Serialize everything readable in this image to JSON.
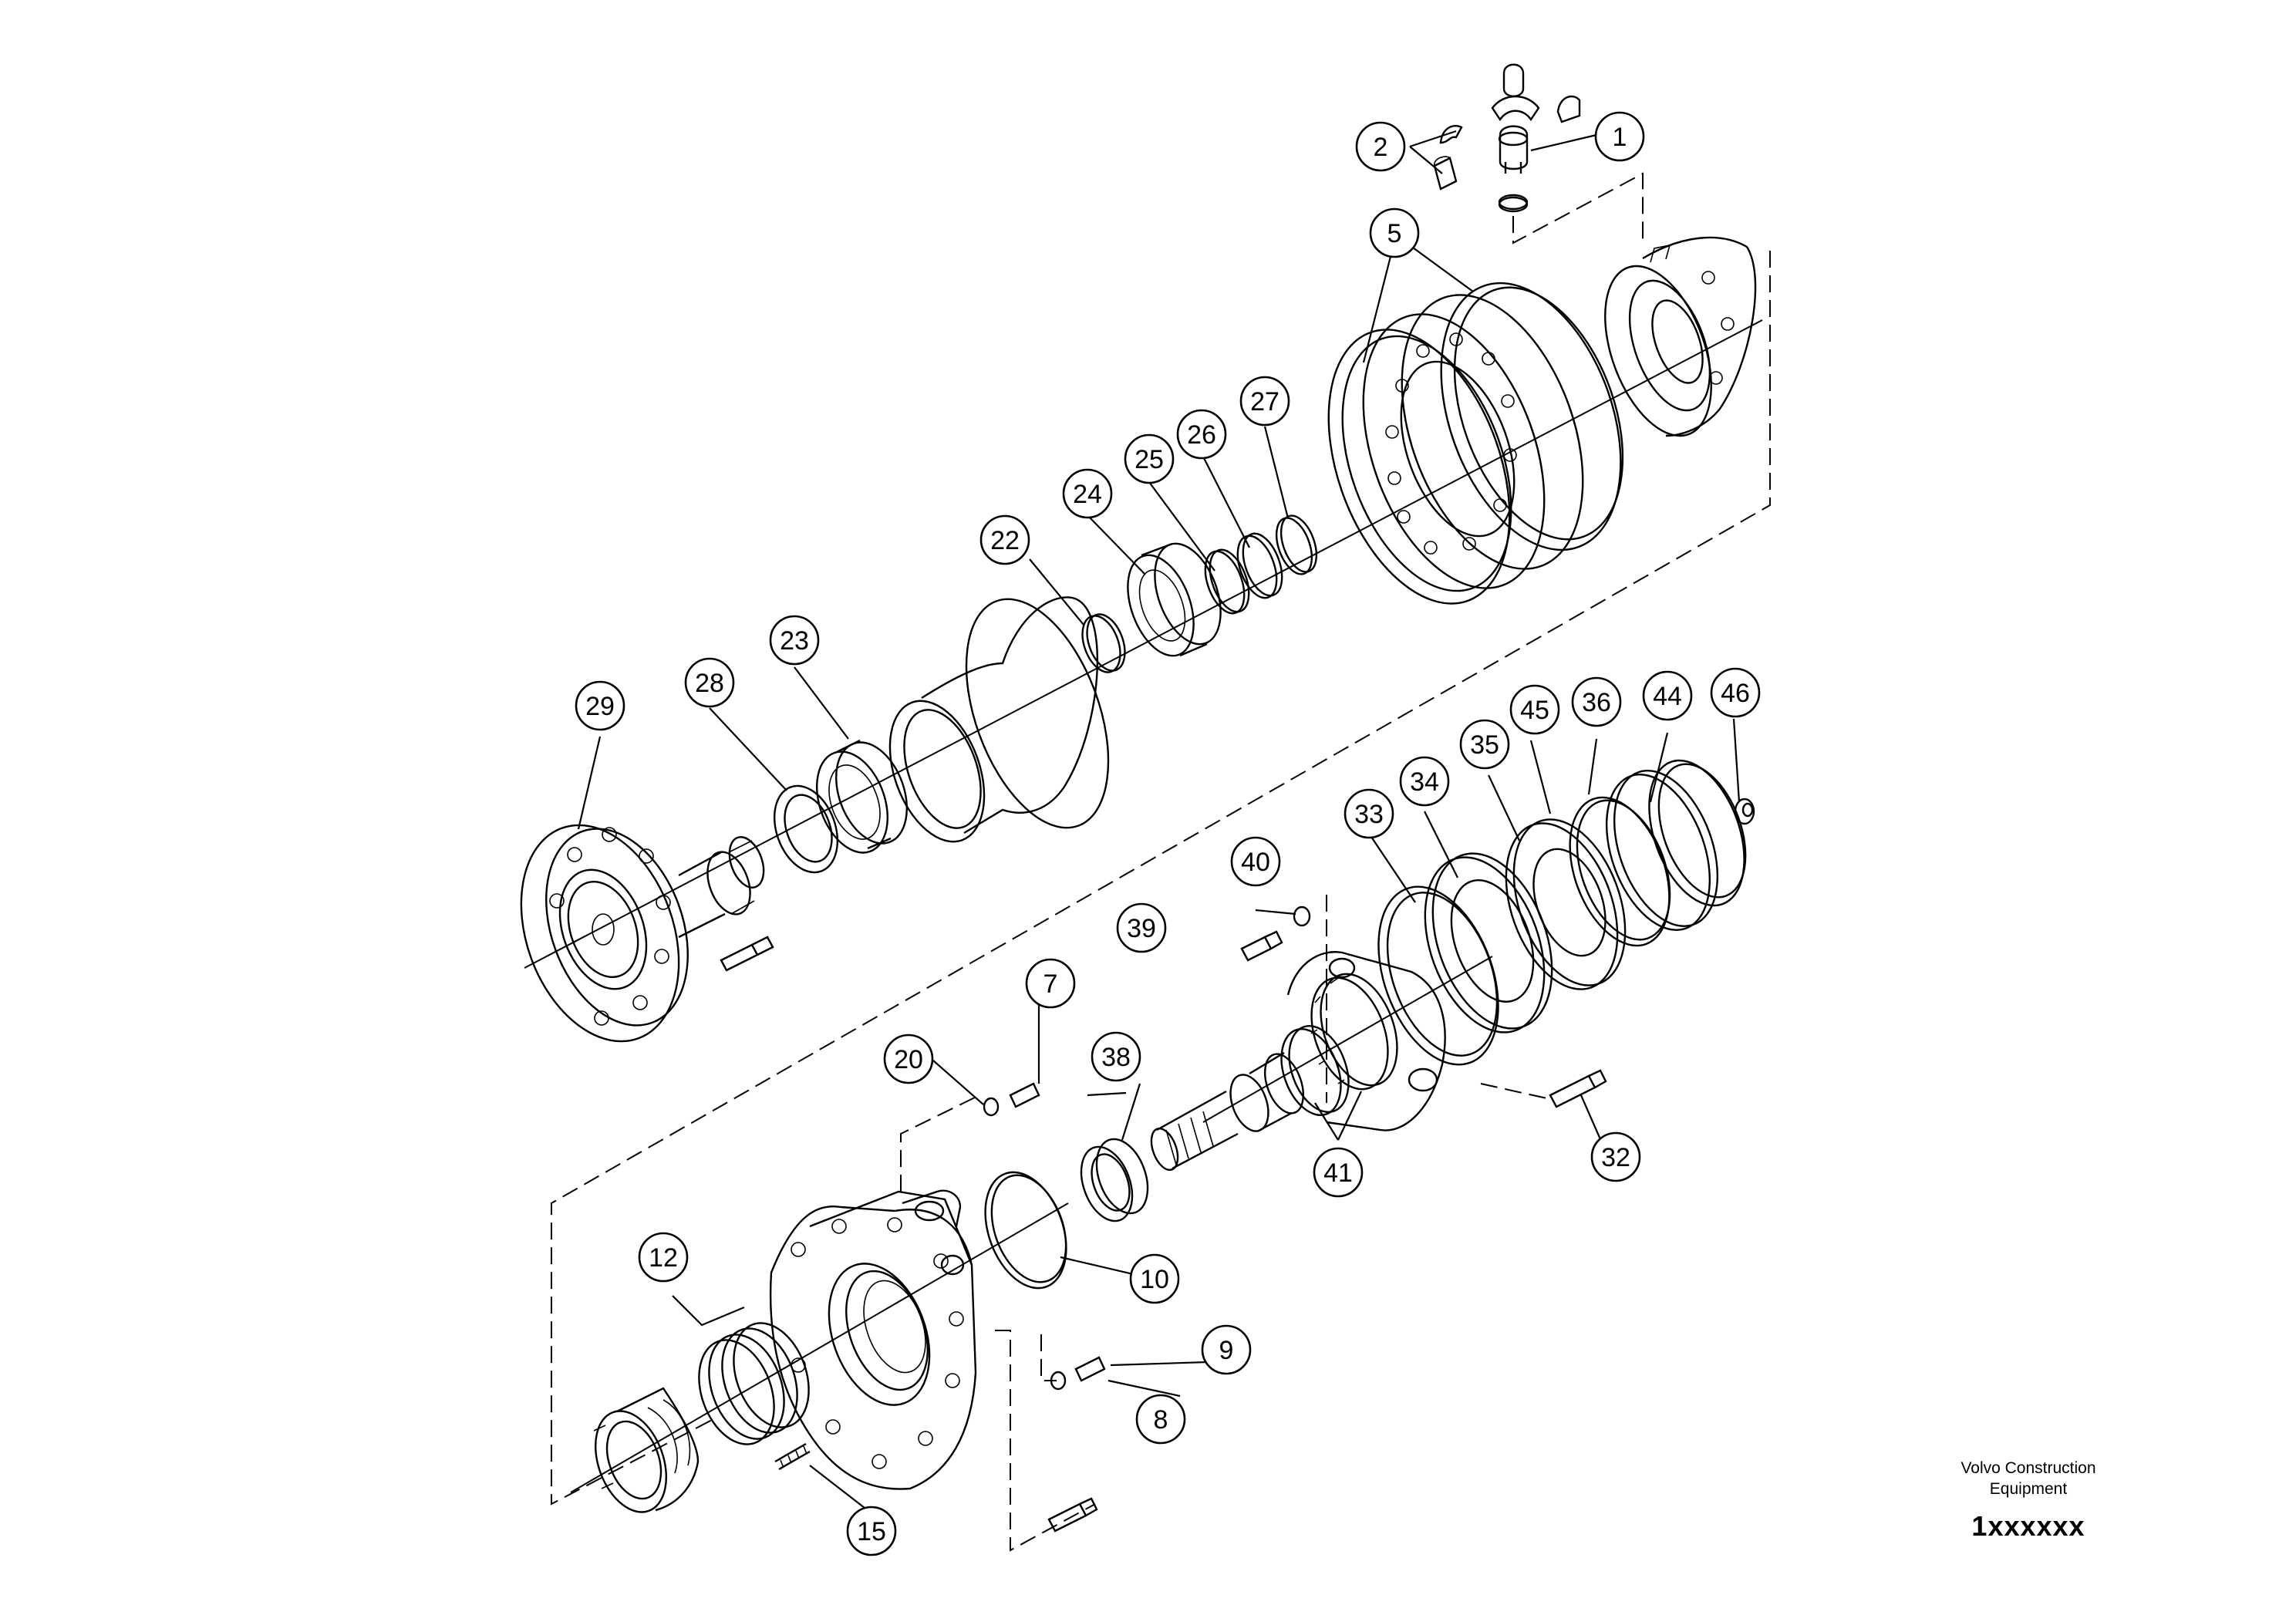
{
  "callouts": [
    {
      "id": "1",
      "label": "1"
    },
    {
      "id": "2",
      "label": "2"
    },
    {
      "id": "5",
      "label": "5"
    },
    {
      "id": "7",
      "label": "7"
    },
    {
      "id": "8",
      "label": "8"
    },
    {
      "id": "9",
      "label": "9"
    },
    {
      "id": "10",
      "label": "10"
    },
    {
      "id": "12",
      "label": "12"
    },
    {
      "id": "15",
      "label": "15"
    },
    {
      "id": "20",
      "label": "20"
    },
    {
      "id": "22",
      "label": "22"
    },
    {
      "id": "23",
      "label": "23"
    },
    {
      "id": "24",
      "label": "24"
    },
    {
      "id": "25",
      "label": "25"
    },
    {
      "id": "26",
      "label": "26"
    },
    {
      "id": "27",
      "label": "27"
    },
    {
      "id": "28",
      "label": "28"
    },
    {
      "id": "29",
      "label": "29"
    },
    {
      "id": "32",
      "label": "32"
    },
    {
      "id": "33",
      "label": "33"
    },
    {
      "id": "34",
      "label": "34"
    },
    {
      "id": "35",
      "label": "35"
    },
    {
      "id": "36",
      "label": "36"
    },
    {
      "id": "38",
      "label": "38"
    },
    {
      "id": "39",
      "label": "39"
    },
    {
      "id": "40",
      "label": "40"
    },
    {
      "id": "41",
      "label": "41"
    },
    {
      "id": "44",
      "label": "44"
    },
    {
      "id": "45",
      "label": "45"
    },
    {
      "id": "46",
      "label": "46"
    }
  ],
  "footer": {
    "line1": "Volvo Construction",
    "line2": "Equipment",
    "code": "1xxxxxx"
  }
}
